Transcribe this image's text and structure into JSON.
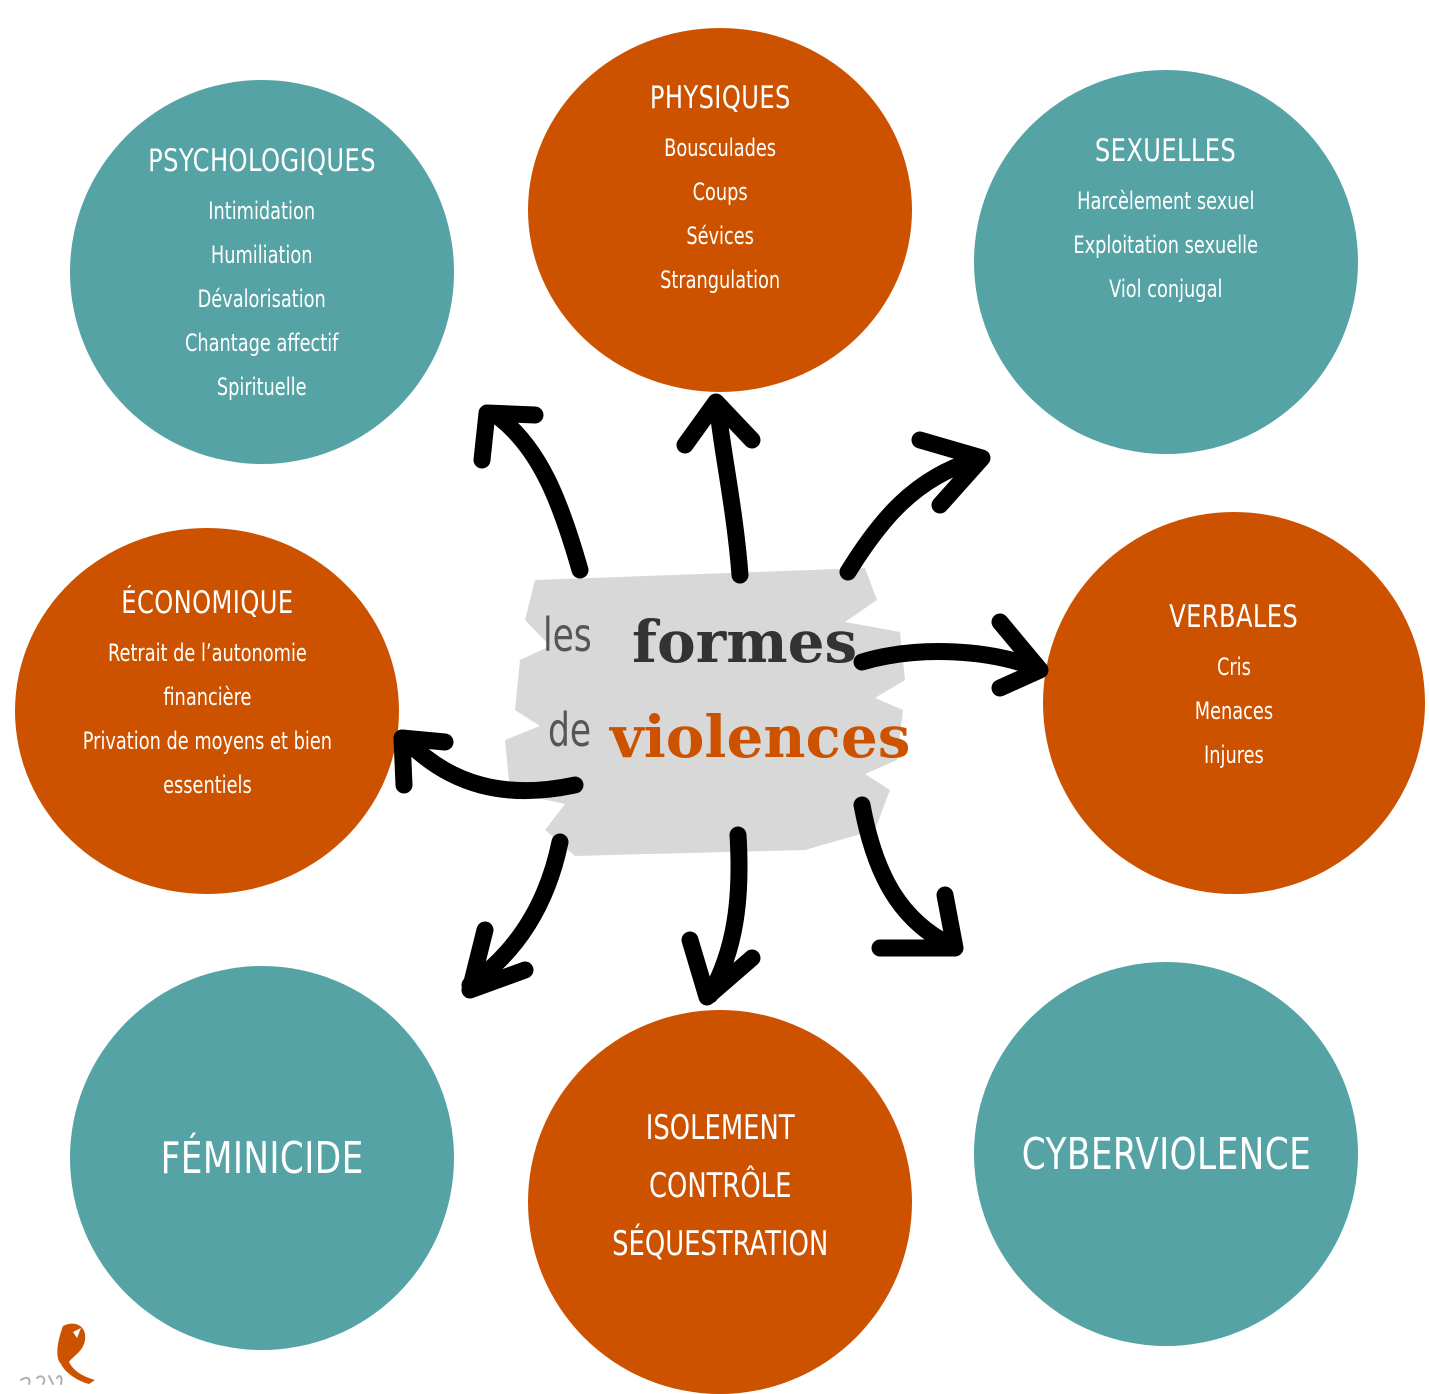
{
  "title": {
    "line1_small": "les",
    "line1_big": "formes",
    "line2_small": "de",
    "line2_big": "violences"
  },
  "colors": {
    "teal": "#56a3a6",
    "orange": "#cc5200",
    "title_dark": "#333333",
    "title_gray": "#555555",
    "arrow": "#000000",
    "brush": "#d8d8d8"
  },
  "categories": {
    "psychologiques": {
      "title": "PSYCHOLOGIQUES",
      "items": [
        "Intimidation",
        "Humiliation",
        "Dévalorisation",
        "Chantage affectif",
        "Spirituelle"
      ]
    },
    "physiques": {
      "title": "PHYSIQUES",
      "items": [
        "Bousculades",
        "Coups",
        "Sévices",
        "Strangulation"
      ]
    },
    "sexuelles": {
      "title": "SEXUELLES",
      "items": [
        "Harcèlement sexuel",
        "Exploitation sexuelle",
        "Viol conjugal"
      ]
    },
    "economique": {
      "title": "ÉCONOMIQUE",
      "items": [
        "Retrait de l’autonomie",
        "financière",
        "Privation de moyens et bien",
        "essentiels"
      ]
    },
    "verbales": {
      "title": "VERBALES",
      "items": [
        "Cris",
        "Menaces",
        "Injures"
      ]
    },
    "feminicide": {
      "title": "FÉMINICIDE"
    },
    "isolement": {
      "lines": [
        "ISOLEMENT",
        "CONTRÔLE",
        "SÉQUESTRATION"
      ]
    },
    "cyberviolence": {
      "title": "CYBERVIOLENCE"
    }
  },
  "logo_icon": "fox-logo-icon"
}
